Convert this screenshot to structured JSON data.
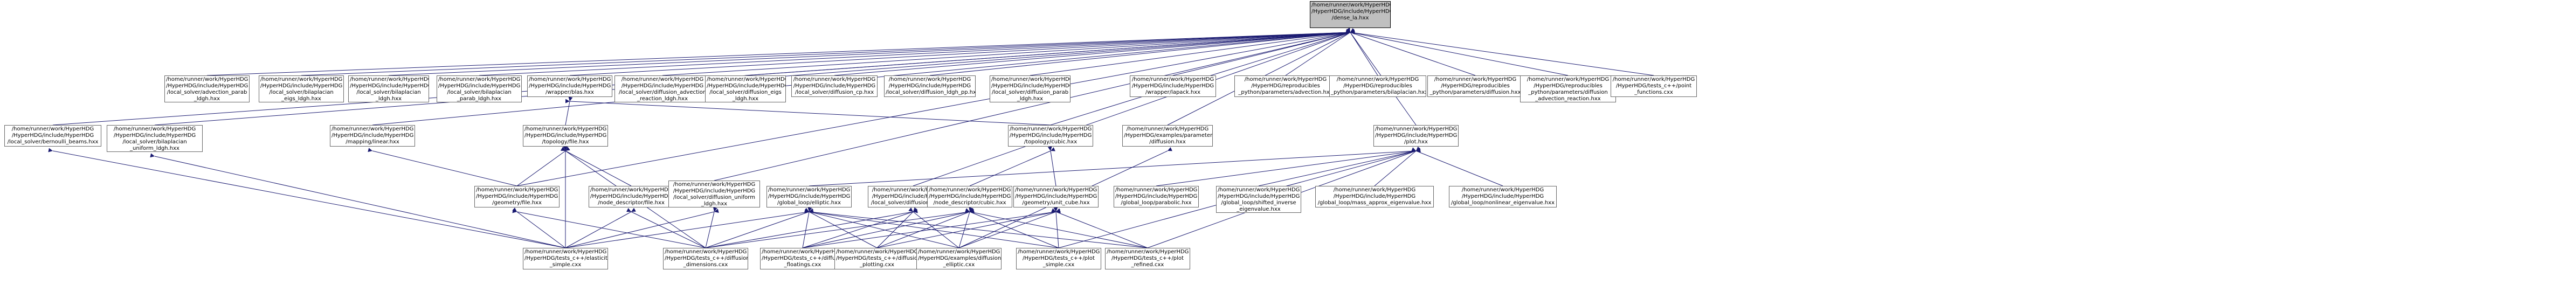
{
  "nodes": [
    {
      "id": "root",
      "label": "/home/runner/work/HyperHDG\n/HyperHDG/include/HyperHDG\n/dense_la.hxx",
      "root": true
    },
    {
      "id": "n1",
      "label": "/home/runner/work/HyperHDG\n/HyperHDG/include/HyperHDG\n/local_solver/bernoulli_beams.hxx"
    },
    {
      "id": "n2",
      "label": "/home/runner/work/HyperHDG\n/HyperHDG/include/HyperHDG\n/local_solver/bilaplacian\n_uniform_ldgh.hxx"
    },
    {
      "id": "n3",
      "label": "/home/runner/work/HyperHDG\n/HyperHDG/include/HyperHDG\n/local_solver/advection_parab\n_ldgh.hxx"
    },
    {
      "id": "n4",
      "label": "/home/runner/work/HyperHDG\n/HyperHDG/include/HyperHDG\n/local_solver/bilaplacian\n_eigs_ldgh.hxx"
    },
    {
      "id": "n5",
      "label": "/home/runner/work/HyperHDG\n/HyperHDG/include/HyperHDG\n/local_solver/bilaplacian\n_ldgh.hxx"
    },
    {
      "id": "n6",
      "label": "/home/runner/work/HyperHDG\n/HyperHDG/include/HyperHDG\n/local_solver/bilaplacian\n_parab_ldgh.hxx"
    },
    {
      "id": "n7",
      "label": "/home/runner/work/HyperHDG\n/HyperHDG/include/HyperHDG\n/wrapper/blas.hxx"
    },
    {
      "id": "n8",
      "label": "/home/runner/work/HyperHDG\n/HyperHDG/include/HyperHDG\n/local_solver/diffusion_advection\n_reaction_ldgh.hxx"
    },
    {
      "id": "n9",
      "label": "/home/runner/work/HyperHDG\n/HyperHDG/include/HyperHDG\n/local_solver/diffusion_eigs\n_ldgh.hxx"
    },
    {
      "id": "n10",
      "label": "/home/runner/work/HyperHDG\n/HyperHDG/include/HyperHDG\n/local_solver/diffusion_cp.hxx"
    },
    {
      "id": "n11",
      "label": "/home/runner/work/HyperHDG\n/HyperHDG/include/HyperHDG\n/local_solver/diffusion_ldgh_pp.hxx"
    },
    {
      "id": "n12",
      "label": "/home/runner/work/HyperHDG\n/HyperHDG/include/HyperHDG\n/local_solver/diffusion_parab\n_ldgh.hxx"
    },
    {
      "id": "n13",
      "label": "/home/runner/work/HyperHDG\n/HyperHDG/include/HyperHDG\n/wrapper/lapack.hxx"
    },
    {
      "id": "n14",
      "label": "/home/runner/work/HyperHDG\n/HyperHDG/reproducibles\n_python/parameters/advection.hxx"
    },
    {
      "id": "n15",
      "label": "/home/runner/work/HyperHDG\n/HyperHDG/reproducibles\n_python/parameters/bilaplacian.hxx"
    },
    {
      "id": "n16",
      "label": "/home/runner/work/HyperHDG\n/HyperHDG/reproducibles\n_python/parameters/diffusion.hxx"
    },
    {
      "id": "n17",
      "label": "/home/runner/work/HyperHDG\n/HyperHDG/reproducibles\n_python/parameters/diffusion\n_advection_reaction.hxx"
    },
    {
      "id": "n18",
      "label": "/home/runner/work/HyperHDG\n/HyperHDG/tests_c++/point\n_functions.cxx"
    },
    {
      "id": "n19",
      "label": "/home/runner/work/HyperHDG\n/HyperHDG/include/HyperHDG\n/mapping/linear.hxx"
    },
    {
      "id": "n20",
      "label": "/home/runner/work/HyperHDG\n/HyperHDG/include/HyperHDG\n/topology/file.hxx"
    },
    {
      "id": "n21",
      "label": "/home/runner/work/HyperHDG\n/HyperHDG/include/HyperHDG\n/topology/cubic.hxx"
    },
    {
      "id": "n22",
      "label": "/home/runner/work/HyperHDG\n/HyperHDG/examples/parameters\n/diffusion.hxx"
    },
    {
      "id": "n23",
      "label": "/home/runner/work/HyperHDG\n/HyperHDG/include/HyperHDG\n/plot.hxx"
    },
    {
      "id": "n24",
      "label": "/home/runner/work/HyperHDG\n/HyperHDG/include/HyperHDG\n/geometry/file.hxx"
    },
    {
      "id": "n25",
      "label": "/home/runner/work/HyperHDG\n/HyperHDG/include/HyperHDG\n/node_descriptor/file.hxx"
    },
    {
      "id": "n26",
      "label": "/home/runner/work/HyperHDG\n/HyperHDG/include/HyperHDG\n/local_solver/diffusion_uniform\n_ldgh.hxx"
    },
    {
      "id": "n27",
      "label": "/home/runner/work/HyperHDG\n/HyperHDG/include/HyperHDG\n/global_loop/elliptic.hxx"
    },
    {
      "id": "n28",
      "label": "/home/runner/work/HyperHDG\n/HyperHDG/include/HyperHDG\n/local_solver/diffusion_ldgh.hxx"
    },
    {
      "id": "n29",
      "label": "/home/runner/work/HyperHDG\n/HyperHDG/include/HyperHDG\n/node_descriptor/cubic.hxx"
    },
    {
      "id": "n30",
      "label": "/home/runner/work/HyperHDG\n/HyperHDG/include/HyperHDG\n/geometry/unit_cube.hxx"
    },
    {
      "id": "n31",
      "label": "/home/runner/work/HyperHDG\n/HyperHDG/include/HyperHDG\n/global_loop/parabolic.hxx"
    },
    {
      "id": "n32",
      "label": "/home/runner/work/HyperHDG\n/HyperHDG/include/HyperHDG\n/global_loop/shifted_inverse\n_eigenvalue.hxx"
    },
    {
      "id": "n33",
      "label": "/home/runner/work/HyperHDG\n/HyperHDG/include/HyperHDG\n/global_loop/mass_approx_eigenvalue.hxx"
    },
    {
      "id": "n34",
      "label": "/home/runner/work/HyperHDG\n/HyperHDG/include/HyperHDG\n/global_loop/nonlinear_eigenvalue.hxx"
    },
    {
      "id": "n35",
      "label": "/home/runner/work/HyperHDG\n/HyperHDG/tests_c++/elasticity\n_simple.cxx"
    },
    {
      "id": "n36",
      "label": "/home/runner/work/HyperHDG\n/HyperHDG/tests_c++/diffusion\n_dimensions.cxx"
    },
    {
      "id": "n37",
      "label": "/home/runner/work/HyperHDG\n/HyperHDG/tests_c++/diffusion\n_floatings.cxx"
    },
    {
      "id": "n38",
      "label": "/home/runner/work/HyperHDG\n/HyperHDG/tests_c++/diffusion\n_plotting.cxx"
    },
    {
      "id": "n39",
      "label": "/home/runner/work/HyperHDG\n/HyperHDG/examples/diffusion\n_elliptic.cxx"
    },
    {
      "id": "n40",
      "label": "/home/runner/work/HyperHDG\n/HyperHDG/tests_c++/plot\n_simple.cxx"
    },
    {
      "id": "n41",
      "label": "/home/runner/work/HyperHDG\n/HyperHDG/tests_c++/plot\n_refined.cxx"
    }
  ],
  "edges": [
    [
      "root",
      "n1"
    ],
    [
      "root",
      "n2"
    ],
    [
      "root",
      "n3"
    ],
    [
      "root",
      "n4"
    ],
    [
      "root",
      "n5"
    ],
    [
      "root",
      "n6"
    ],
    [
      "root",
      "n7"
    ],
    [
      "root",
      "n8"
    ],
    [
      "root",
      "n9"
    ],
    [
      "root",
      "n10"
    ],
    [
      "root",
      "n11"
    ],
    [
      "root",
      "n12"
    ],
    [
      "root",
      "n13"
    ],
    [
      "root",
      "n14"
    ],
    [
      "root",
      "n15"
    ],
    [
      "root",
      "n16"
    ],
    [
      "root",
      "n17"
    ],
    [
      "root",
      "n18"
    ],
    [
      "root",
      "n19"
    ],
    [
      "root",
      "n21"
    ],
    [
      "root",
      "n22"
    ],
    [
      "root",
      "n23"
    ],
    [
      "root",
      "n24"
    ],
    [
      "root",
      "n26"
    ],
    [
      "root",
      "n28"
    ],
    [
      "n7",
      "n20"
    ],
    [
      "n7",
      "n21"
    ],
    [
      "n19",
      "n24"
    ],
    [
      "n20",
      "n24"
    ],
    [
      "n20",
      "n25"
    ],
    [
      "n20",
      "n35"
    ],
    [
      "n20",
      "n36"
    ],
    [
      "n21",
      "n29"
    ],
    [
      "n21",
      "n30"
    ],
    [
      "n22",
      "n39"
    ],
    [
      "n23",
      "n27"
    ],
    [
      "n23",
      "n31"
    ],
    [
      "n23",
      "n32"
    ],
    [
      "n23",
      "n33"
    ],
    [
      "n23",
      "n34"
    ],
    [
      "n23",
      "n40"
    ],
    [
      "n23",
      "n41"
    ],
    [
      "n24",
      "n35"
    ],
    [
      "n24",
      "n36"
    ],
    [
      "n25",
      "n35"
    ],
    [
      "n25",
      "n36"
    ],
    [
      "n26",
      "n35"
    ],
    [
      "n26",
      "n36"
    ],
    [
      "n27",
      "n35"
    ],
    [
      "n27",
      "n36"
    ],
    [
      "n27",
      "n37"
    ],
    [
      "n27",
      "n38"
    ],
    [
      "n27",
      "n39"
    ],
    [
      "n27",
      "n40"
    ],
    [
      "n27",
      "n41"
    ],
    [
      "n28",
      "n36"
    ],
    [
      "n28",
      "n37"
    ],
    [
      "n28",
      "n38"
    ],
    [
      "n28",
      "n39"
    ],
    [
      "n29",
      "n36"
    ],
    [
      "n29",
      "n37"
    ],
    [
      "n29",
      "n38"
    ],
    [
      "n29",
      "n39"
    ],
    [
      "n29",
      "n40"
    ],
    [
      "n29",
      "n41"
    ],
    [
      "n30",
      "n37"
    ],
    [
      "n30",
      "n38"
    ],
    [
      "n30",
      "n39"
    ],
    [
      "n30",
      "n40"
    ],
    [
      "n30",
      "n41"
    ],
    [
      "n1",
      "n35"
    ],
    [
      "n2",
      "n35"
    ]
  ]
}
